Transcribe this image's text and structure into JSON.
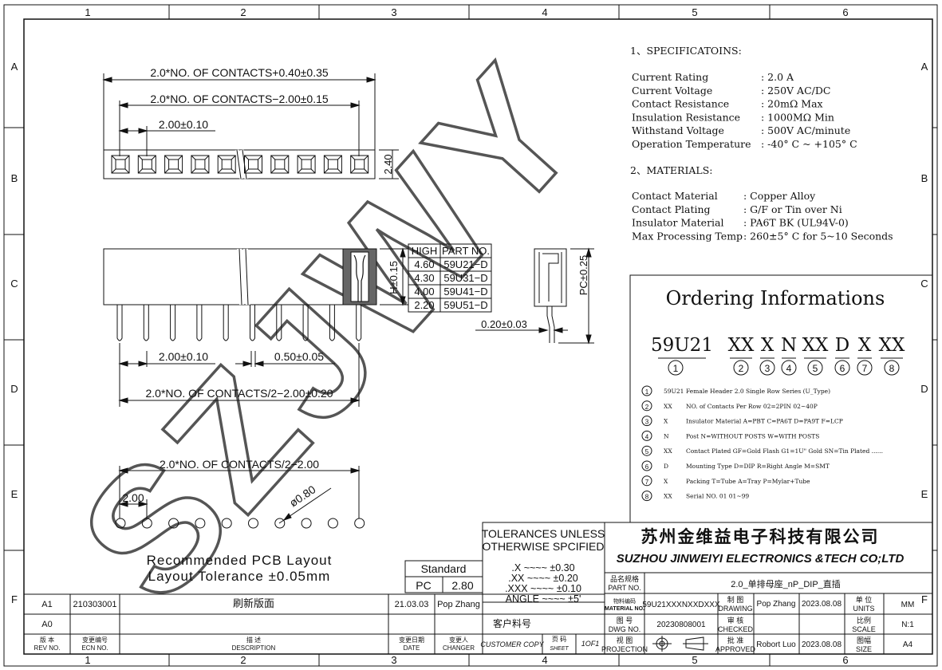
{
  "frame": {
    "columns": [
      "1",
      "2",
      "3",
      "4",
      "5",
      "6"
    ],
    "rows": [
      "A",
      "B",
      "C",
      "D",
      "E",
      "F"
    ]
  },
  "watermark": "SZJWY",
  "dimensions": {
    "total_length": "2.0*NO. OF CONTACTS+0.40±0.35",
    "pitch_length": "2.0*NO. OF CONTACTS−2.00±0.15",
    "pitch": "2.00±0.10",
    "height": "2.40",
    "pin_pitch": "2.00±0.10",
    "pin_width": "0.50±0.05",
    "row_length": "2.0*NO. OF CONTACTS/2−2.00±0.20",
    "h_tol": "H±0.15",
    "pc_tol": "PC±0.25",
    "pin_thickness": "0.20±0.03",
    "pcb_length": "2.0*NO. OF CONTACTS/2−2.00",
    "pcb_pitch": "2.00",
    "hole_dia": "ø0.80",
    "pcb_caption_1": "Recommended PCB Layout",
    "pcb_caption_2": "Layout Tolerance ±0.05mm"
  },
  "part_table": {
    "headers": [
      "HIGH",
      "PART NO."
    ],
    "rows": [
      [
        "4.60",
        "59U21−D"
      ],
      [
        "4.30",
        "59U31−D"
      ],
      [
        "4.00",
        "59U41−D"
      ],
      [
        "2.20",
        "59U51−D"
      ]
    ]
  },
  "specifications": {
    "title": "1、SPECIFICATOINS:",
    "items": [
      [
        "Current  Rating",
        ": 2.0 A"
      ],
      [
        "Current  Voltage",
        ": 250V AC/DC"
      ],
      [
        "Contact  Resistance",
        ": 20mΩ  Max"
      ],
      [
        "Insulation Resistance",
        ": 1000MΩ Min"
      ],
      [
        "Withstand  Voltage",
        ": 500V AC/minute"
      ],
      [
        "Operation  Temperature",
        ": -40° C ~ +105° C"
      ]
    ]
  },
  "materials": {
    "title": "2、MATERIALS:",
    "items": [
      [
        "Contact  Material",
        ": Copper Alloy"
      ],
      [
        "Contact  Plating",
        ": G/F or Tin over Ni"
      ],
      [
        "Insulator Material",
        ": PA6T  BK (UL94V-0)"
      ],
      [
        "Max Processing Temp",
        ": 260±5° C for 5~10 Seconds"
      ]
    ]
  },
  "ordering": {
    "title": "Ordering  Informations",
    "code": [
      "59U21",
      "XX",
      "X",
      "N",
      "XX",
      "D",
      "X",
      "XX"
    ],
    "markers": [
      "1",
      "2",
      "3",
      "4",
      "5",
      "6",
      "7",
      "8"
    ],
    "legend": [
      [
        "1",
        "59U21",
        "Female Header 2.0  Single Row Series  (U_Type)"
      ],
      [
        "2",
        "XX",
        "NO. of Contacts  Per Row    02=2PIN   02~40P"
      ],
      [
        "3",
        "X",
        "Insulator Material   A=PBT  C=PA6T  D=PA9T  F=LCP"
      ],
      [
        "4",
        "N",
        "Post          N=WITHOUT POSTS     W=WITH POSTS"
      ],
      [
        "5",
        "XX",
        "Contact Plated   GF=Gold Flash  G1=1U\" Gold   SN=Tin Plated ......"
      ],
      [
        "6",
        "D",
        "Mounting Type        D=DIP   R=Right Angle  M=SMT"
      ],
      [
        "7",
        "X",
        "Packing              T=Tube  A=Tray  P=Mylar+Tube"
      ],
      [
        "8",
        "XX",
        "Serial NO.           01   01~99"
      ]
    ]
  },
  "tolerances": {
    "title_1": "TOLERANCES UNLESS",
    "title_2": "OTHERWISE SPCIFIED",
    "lines": [
      ".X  ~~~~  ±0.30",
      ".XX  ~~~~  ±0.20",
      ".XXX  ~~~~  ±0.10",
      "ANGLE  ~~~~  ±5'"
    ],
    "standard_label": "Standard",
    "standard_key": "PC",
    "standard_value": "2.80"
  },
  "title_block": {
    "company_cn": "苏州金维益电子科技有限公司",
    "company_en": "SUZHOU JINWEIYI ELECTRONICS &TECH CO;LTD",
    "part_name_label_cn": "品名规格",
    "part_name_label_en": "PART  NO.",
    "part_name": "2.0_单排母座_nP_DIP_直插",
    "material_label_cn": "物料编码",
    "material_label_en": "MATERIAL NO.",
    "material_no": "59U21XXXNXXDXXX",
    "drawing_label_cn": "制  图",
    "drawing_label_en": "DRAWING",
    "drawing_by": "Pop  Zhang",
    "drawing_date": "2023.08.08",
    "units_label_cn": "单  位",
    "units_label_en": "UNITS",
    "units": "MM",
    "dwg_label_cn": "图  号",
    "dwg_label_en": "DWG  NO.",
    "dwg_no": "20230808001",
    "checked_label_cn": "审  核",
    "checked_label_en": "CHECKED",
    "scale_label_cn": "比例",
    "scale_label_en": "SCALE",
    "scale": "N:1",
    "customer_label": "客户料号",
    "customer_copy": "CUSTOMER  COPY",
    "sheet_label_cn": "页 码",
    "sheet_label_en": "SHEET",
    "sheet": "1OF1",
    "projection_label_cn": "视 图",
    "projection_label_en": "PROJECTION",
    "approved_label_cn": "批  准",
    "approved_label_en": "APPROVED",
    "approved_by": "Robort  Luo",
    "approved_date": "2023.08.08",
    "size_label_cn": "图幅",
    "size_label_en": "SIZE",
    "size": "A4"
  },
  "revisions": {
    "rows": [
      [
        "A1",
        "210303001",
        "刷新版面",
        "21.03.03",
        "Pop Zhang"
      ],
      [
        "A0",
        "",
        "",
        "",
        ""
      ]
    ],
    "headers": [
      [
        "版  本",
        "REV NO."
      ],
      [
        "变更编号",
        "ECN  NO."
      ],
      [
        "描  述",
        "DESCRIPTION"
      ],
      [
        "变更日期",
        "DATE"
      ],
      [
        "变更人",
        "CHANGER"
      ]
    ]
  }
}
